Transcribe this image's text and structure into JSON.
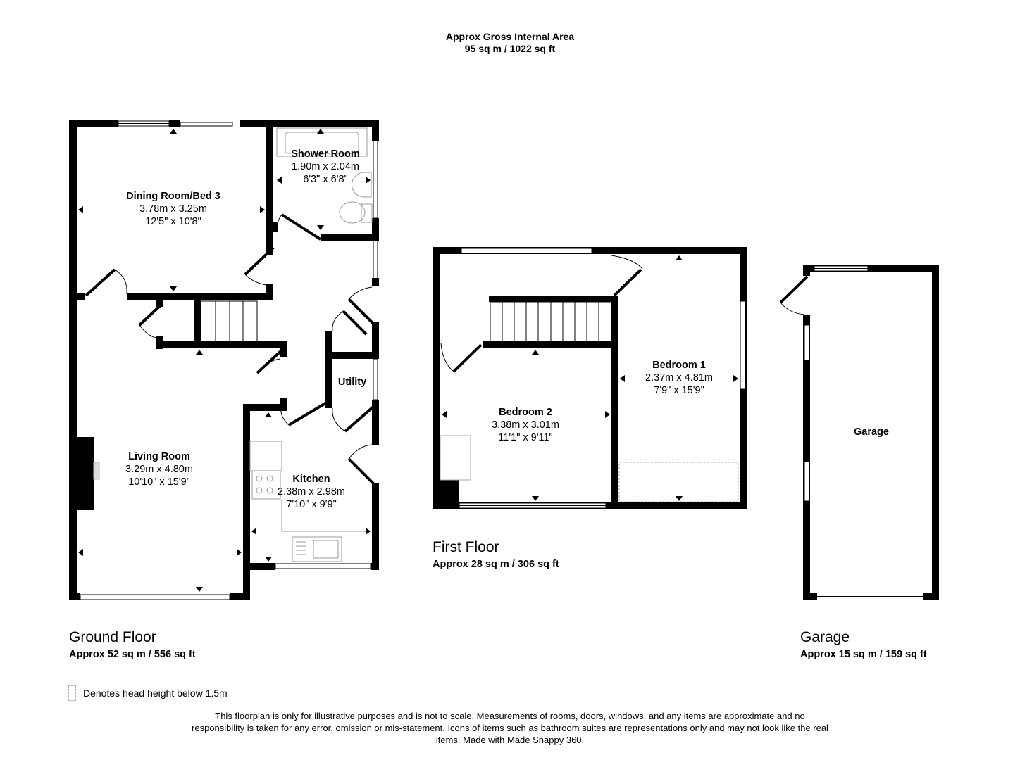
{
  "header": {
    "title": "Approx Gross Internal Area",
    "total_area": "95 sq m / 1022 sq ft"
  },
  "floors": {
    "ground": {
      "title": "Ground Floor",
      "area": "Approx 52 sq m / 556 sq ft",
      "rooms": [
        {
          "name": "Dining Room/Bed 3",
          "metric": "3.78m x 3.25m",
          "imperial": "12'5\" x 10'8\""
        },
        {
          "name": "Shower Room",
          "metric": "1.90m x 2.04m",
          "imperial": "6'3\" x 6'8\""
        },
        {
          "name": "Living Room",
          "metric": "3.29m x 4.80m",
          "imperial": "10'10\" x 15'9\""
        },
        {
          "name": "Kitchen",
          "metric": "2.38m x 2.98m",
          "imperial": "7'10\" x 9'9\""
        },
        {
          "name": "Utility"
        }
      ]
    },
    "first": {
      "title": "First Floor",
      "area": "Approx 28 sq m / 306 sq ft",
      "rooms": [
        {
          "name": "Bedroom 1",
          "metric": "2.37m x 4.81m",
          "imperial": "7'9\" x 15'9\""
        },
        {
          "name": "Bedroom 2",
          "metric": "3.38m x 3.01m",
          "imperial": "11'1\" x 9'11\""
        }
      ]
    },
    "garage": {
      "title": "Garage",
      "area": "Approx 15 sq m / 159 sq ft",
      "rooms": [
        {
          "name": "Garage"
        }
      ]
    }
  },
  "legend": {
    "icon": "dashed-box-icon",
    "text": "Denotes head height below 1.5m"
  },
  "disclaimer": "This floorplan is only for illustrative purposes and is not to scale. Measurements of rooms, doors, windows, and any items are approximate and no responsibility is taken for any error, omission or mis-statement. Icons of items such as bathroom suites are representations only and may not look like the real items. Made with Made Snappy 360.",
  "colors": {
    "wall": "#000000",
    "background": "#ffffff",
    "fixture": "#9a9a9a"
  }
}
